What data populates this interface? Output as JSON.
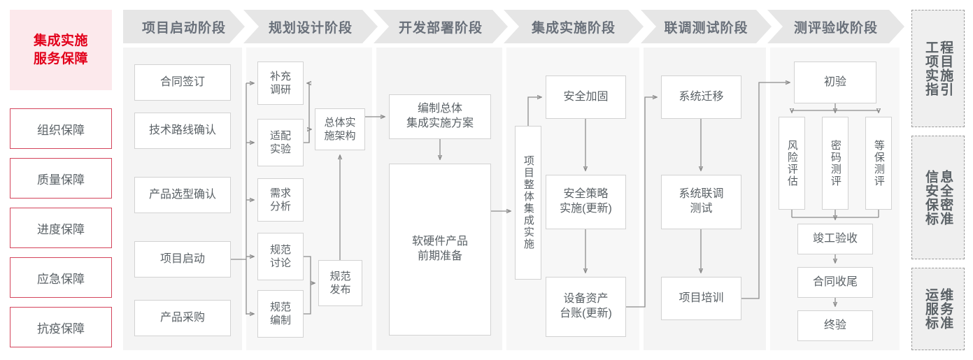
{
  "left_panel": {
    "title": "集成实施\n服务保障",
    "title_line1": "集成实施",
    "title_line2": "服务保障",
    "items": [
      {
        "label": "组织保障"
      },
      {
        "label": "质量保障"
      },
      {
        "label": "进度保障"
      },
      {
        "label": "应急保障"
      },
      {
        "label": "抗疫保障"
      }
    ]
  },
  "phases": [
    {
      "id": "phase-project-start",
      "header": "项目启动阶段"
    },
    {
      "id": "phase-planning",
      "header": "规划设计阶段"
    },
    {
      "id": "phase-development",
      "header": "开发部署阶段"
    },
    {
      "id": "phase-integration",
      "header": "集成实施阶段"
    },
    {
      "id": "phase-joint-test",
      "header": "联调测试阶段"
    },
    {
      "id": "phase-acceptance",
      "header": "测评验收阶段"
    }
  ],
  "nodes": {
    "p1": [
      {
        "label": "合同签订"
      },
      {
        "label": "技术路线确认"
      },
      {
        "label": "产品选型确认"
      },
      {
        "label": "项目启动"
      },
      {
        "label": "产品采购"
      }
    ],
    "p2": [
      {
        "label": "补充\n调研",
        "l1": "补充",
        "l2": "调研"
      },
      {
        "label": "适配\n实验",
        "l1": "适配",
        "l2": "实验"
      },
      {
        "label": "需求\n分析",
        "l1": "需求",
        "l2": "分析"
      },
      {
        "label": "规范\n讨论",
        "l1": "规范",
        "l2": "讨论"
      },
      {
        "label": "规范\n编制",
        "l1": "规范",
        "l2": "编制"
      },
      {
        "label": "总体实\n施架构",
        "l1": "总体实",
        "l2": "施架构"
      },
      {
        "label": "规范\n发布",
        "l1": "规范",
        "l2": "发布"
      }
    ],
    "p3": [
      {
        "label": "编制总体\n集成实施方案",
        "l1": "编制总体",
        "l2": "集成实施方案"
      },
      {
        "label": "软硬件产品\n前期准备",
        "l1": "软硬件产品",
        "l2": "前期准备"
      }
    ],
    "p4": [
      {
        "label": "项目整体集成实施"
      },
      {
        "label": "安全加固"
      },
      {
        "label": "安全策略\n实施(更新)",
        "l1": "安全策略",
        "l2": "实施(更新)"
      },
      {
        "label": "设备资产\n台账(更新)",
        "l1": "设备资产",
        "l2": "台账(更新)"
      }
    ],
    "p5": [
      {
        "label": "系统迁移"
      },
      {
        "label": "系统联调\n测试",
        "l1": "系统联调",
        "l2": "测试"
      },
      {
        "label": "项目培训"
      }
    ],
    "p6": [
      {
        "label": "初验"
      },
      {
        "label": "风险评估"
      },
      {
        "label": "密码测评"
      },
      {
        "label": "等保测评"
      },
      {
        "label": "竣工验收"
      },
      {
        "label": "合同收尾"
      },
      {
        "label": "终验"
      }
    ]
  },
  "right_panel": {
    "items": [
      {
        "label": "工程项目实施指引",
        "col1": "程目施引",
        "col2": "工项实指"
      },
      {
        "label": "信息安全保密标准",
        "col1": "息全密准",
        "col2": "信安保标"
      },
      {
        "label": "运维服务标准",
        "col1": "维务准",
        "col2": "运服标"
      }
    ]
  },
  "colors": {
    "accent_red": "#e2001a",
    "left_box_border": "#d4455c",
    "left_title_bg": "#fce9ec",
    "panel_bg": "#f4f4f4",
    "chevron_bg": "#e6e6e6",
    "node_border": "#d2d2d2",
    "text": "#5a6166",
    "wire": "#8c8c8c",
    "sidebar_bg": "#efefef",
    "sidebar_border": "#9b9b9b"
  }
}
